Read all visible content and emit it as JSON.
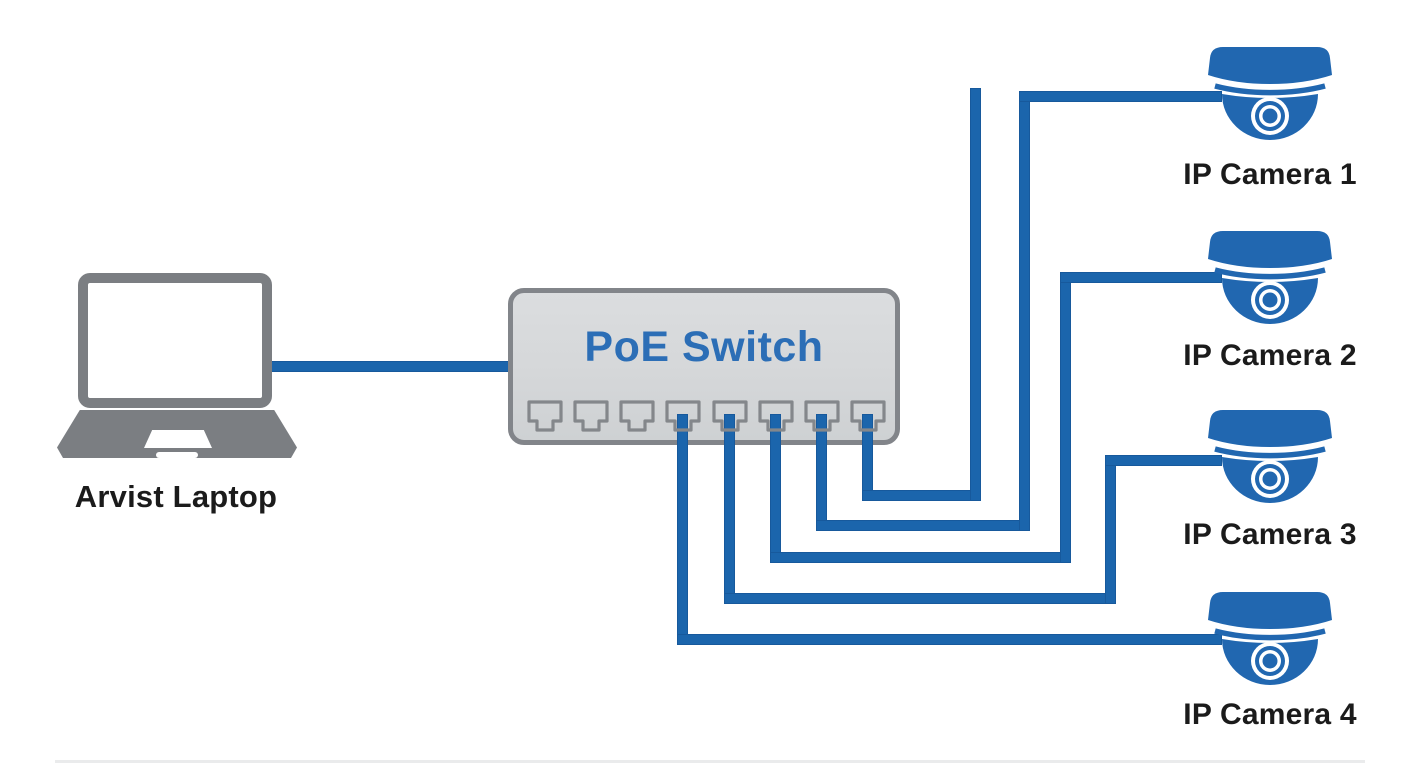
{
  "laptop": {
    "label": "Arvist Laptop"
  },
  "switch": {
    "label": "PoE Switch",
    "port_count": 8,
    "connected_ports": [
      4,
      5,
      6,
      7,
      8
    ]
  },
  "cameras": [
    {
      "label": "IP Camera 1"
    },
    {
      "label": "IP Camera 2"
    },
    {
      "label": "IP Camera 3"
    },
    {
      "label": "IP Camera 4"
    }
  ],
  "connections": [
    {
      "from": "arvist-laptop",
      "to": "poe-switch"
    },
    {
      "from": "poe-switch-port-4",
      "to": "ip-camera-4"
    },
    {
      "from": "poe-switch-port-5",
      "to": "ip-camera-3"
    },
    {
      "from": "poe-switch-port-6",
      "to": "ip-camera-2"
    },
    {
      "from": "poe-switch-port-7",
      "to": "ip-camera-1"
    },
    {
      "from": "poe-switch-port-8",
      "to": "unterminated-stub"
    }
  ],
  "colors": {
    "cable_blue": "#1b65ac",
    "camera_blue": "#2167b0",
    "switch_title_blue": "#2c6eb6",
    "device_gray": "#7b7e82",
    "switch_fill": "#d5d7d9",
    "switch_border": "#82858a",
    "label_text": "#1b1b1b",
    "background": "#ffffff"
  }
}
